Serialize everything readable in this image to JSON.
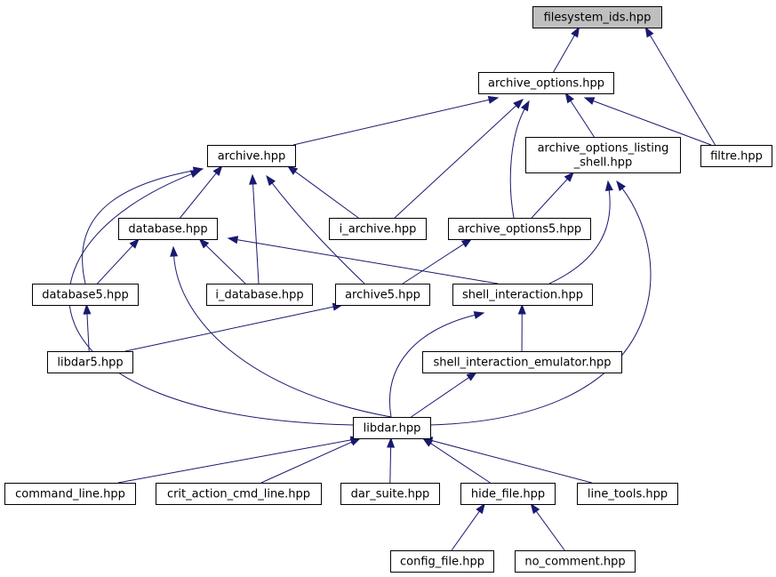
{
  "colors": {
    "edge": "#191970",
    "node_fill": "#ffffff",
    "root_fill": "#bfbfbf",
    "border": "#000000"
  },
  "nodes": [
    {
      "id": "filesystem_ids",
      "lines": [
        "filesystem_ids.hpp"
      ],
      "root": true
    },
    {
      "id": "archive_options",
      "lines": [
        "archive_options.hpp"
      ]
    },
    {
      "id": "archive",
      "lines": [
        "archive.hpp"
      ]
    },
    {
      "id": "archive_options_listing_shell",
      "lines": [
        "archive_options_listing",
        "_shell.hpp"
      ]
    },
    {
      "id": "filtre",
      "lines": [
        "filtre.hpp"
      ]
    },
    {
      "id": "database",
      "lines": [
        "database.hpp"
      ]
    },
    {
      "id": "i_archive",
      "lines": [
        "i_archive.hpp"
      ]
    },
    {
      "id": "archive_options5",
      "lines": [
        "archive_options5.hpp"
      ]
    },
    {
      "id": "database5",
      "lines": [
        "database5.hpp"
      ]
    },
    {
      "id": "i_database",
      "lines": [
        "i_database.hpp"
      ]
    },
    {
      "id": "archive5",
      "lines": [
        "archive5.hpp"
      ]
    },
    {
      "id": "shell_interaction",
      "lines": [
        "shell_interaction.hpp"
      ]
    },
    {
      "id": "libdar5",
      "lines": [
        "libdar5.hpp"
      ]
    },
    {
      "id": "shell_interaction_emulator",
      "lines": [
        "shell_interaction_emulator.hpp"
      ]
    },
    {
      "id": "libdar",
      "lines": [
        "libdar.hpp"
      ]
    },
    {
      "id": "command_line",
      "lines": [
        "command_line.hpp"
      ]
    },
    {
      "id": "crit_action_cmd_line",
      "lines": [
        "crit_action_cmd_line.hpp"
      ]
    },
    {
      "id": "dar_suite",
      "lines": [
        "dar_suite.hpp"
      ]
    },
    {
      "id": "hide_file",
      "lines": [
        "hide_file.hpp"
      ]
    },
    {
      "id": "line_tools",
      "lines": [
        "line_tools.hpp"
      ]
    },
    {
      "id": "config_file",
      "lines": [
        "config_file.hpp"
      ]
    },
    {
      "id": "no_comment",
      "lines": [
        "no_comment.hpp"
      ]
    }
  ],
  "edges": [
    {
      "from": "archive_options",
      "to": "filesystem_ids"
    },
    {
      "from": "filtre",
      "to": "filesystem_ids"
    },
    {
      "from": "archive",
      "to": "archive_options"
    },
    {
      "from": "i_archive",
      "to": "archive_options"
    },
    {
      "from": "archive_options5",
      "to": "archive_options"
    },
    {
      "from": "archive_options_listing_shell",
      "to": "archive_options"
    },
    {
      "from": "filtre",
      "to": "archive_options"
    },
    {
      "from": "database",
      "to": "archive"
    },
    {
      "from": "i_archive",
      "to": "archive"
    },
    {
      "from": "database5",
      "to": "archive"
    },
    {
      "from": "i_database",
      "to": "archive"
    },
    {
      "from": "archive5",
      "to": "archive"
    },
    {
      "from": "libdar",
      "to": "archive"
    },
    {
      "from": "archive_options5",
      "to": "archive_options_listing_shell"
    },
    {
      "from": "shell_interaction",
      "to": "archive_options_listing_shell"
    },
    {
      "from": "libdar",
      "to": "archive_options_listing_shell"
    },
    {
      "from": "database5",
      "to": "database"
    },
    {
      "from": "i_database",
      "to": "database"
    },
    {
      "from": "shell_interaction",
      "to": "database"
    },
    {
      "from": "libdar",
      "to": "database"
    },
    {
      "from": "archive5",
      "to": "archive_options5"
    },
    {
      "from": "libdar5",
      "to": "database5"
    },
    {
      "from": "libdar5",
      "to": "archive5"
    },
    {
      "from": "shell_interaction_emulator",
      "to": "shell_interaction"
    },
    {
      "from": "libdar",
      "to": "shell_interaction"
    },
    {
      "from": "libdar",
      "to": "shell_interaction_emulator"
    },
    {
      "from": "command_line",
      "to": "libdar"
    },
    {
      "from": "crit_action_cmd_line",
      "to": "libdar"
    },
    {
      "from": "dar_suite",
      "to": "libdar"
    },
    {
      "from": "hide_file",
      "to": "libdar"
    },
    {
      "from": "line_tools",
      "to": "libdar"
    },
    {
      "from": "config_file",
      "to": "hide_file"
    },
    {
      "from": "no_comment",
      "to": "hide_file"
    }
  ]
}
